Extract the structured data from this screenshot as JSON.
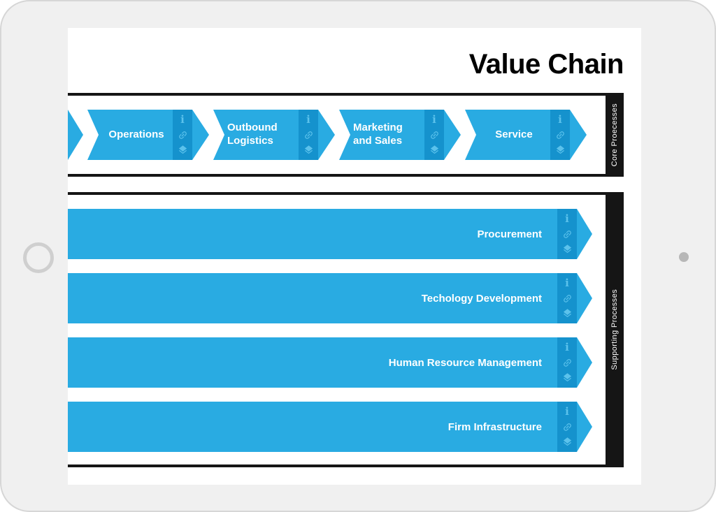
{
  "header": {
    "title": "Value Chain"
  },
  "core_section": {
    "side_label": "Core Proecesses",
    "arrows": [
      {
        "label": "Operations"
      },
      {
        "label": "Outbound Logistics"
      },
      {
        "label": "Marketing and Sales"
      },
      {
        "label": "Service"
      }
    ]
  },
  "supporting_section": {
    "side_label": "Supporting Processes",
    "bars": [
      {
        "label": "Procurement"
      },
      {
        "label": "Techology Development"
      },
      {
        "label": "Human Resource Management"
      },
      {
        "label": "Firm Infrastructure"
      }
    ]
  },
  "icons": {
    "info_glyph": "i",
    "names": [
      "info-icon",
      "link-icon",
      "layers-icon"
    ]
  },
  "colors": {
    "arrow_blue": "#29ABE2",
    "icon_strip_blue": "#1592CD",
    "icon_glyph_blue": "#5BC2EC",
    "section_black": "#151515",
    "frame_gray": "#F0F0F0"
  }
}
